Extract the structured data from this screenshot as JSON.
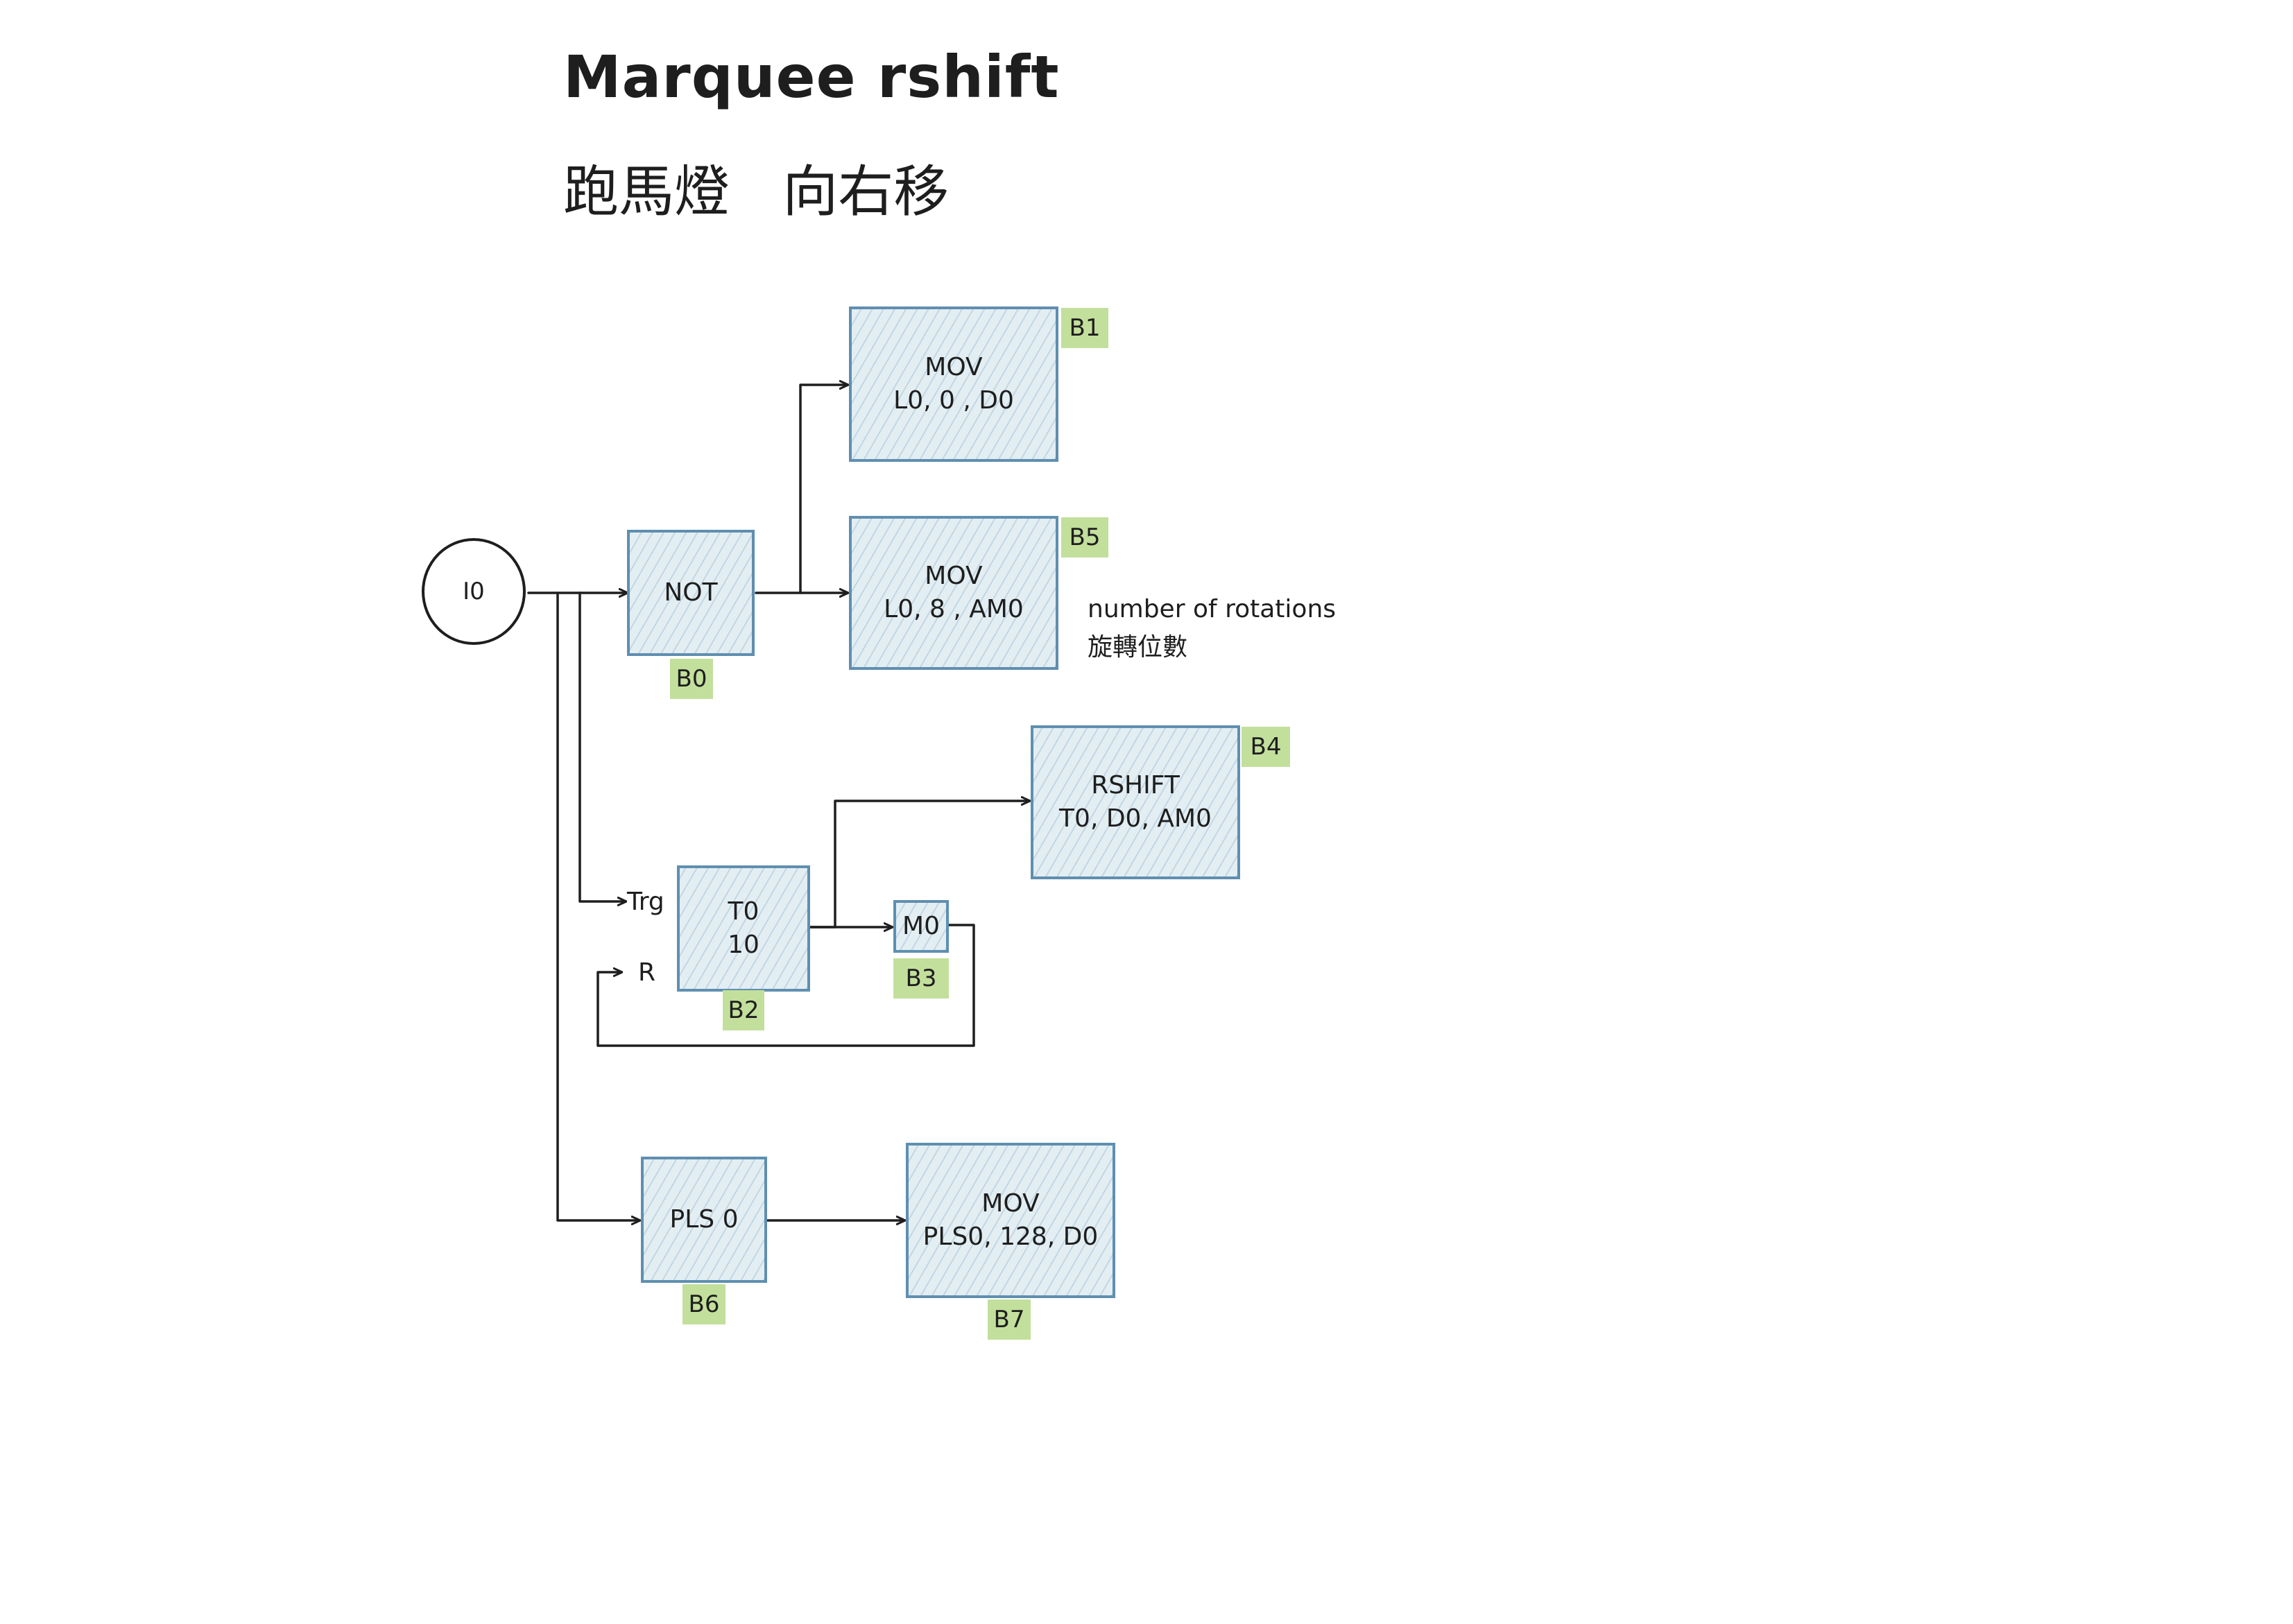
{
  "title": "Marquee rshift",
  "subtitle": "跑馬燈   向右移",
  "input": {
    "label": "I0"
  },
  "blocks": {
    "b0": {
      "line1": "NOT",
      "tag": "B0"
    },
    "b1": {
      "line1": "MOV",
      "line2": "L0, 0 , D0",
      "tag": "B1"
    },
    "b5": {
      "line1": "MOV",
      "line2": "L0, 8 , AM0",
      "tag": "B5"
    },
    "b4": {
      "line1": "RSHIFT",
      "line2": "T0, D0, AM0",
      "tag": "B4"
    },
    "b2": {
      "line1": "T0",
      "line2": "10",
      "tag": "B2"
    },
    "b3": {
      "line1": "M0",
      "tag": "B3"
    },
    "b6": {
      "line1": "PLS 0",
      "tag": "B6"
    },
    "b7": {
      "line1": "MOV",
      "line2": "PLS0, 128, D0",
      "tag": "B7"
    }
  },
  "pins": {
    "trigger": "Trg",
    "reset": "R"
  },
  "annotation": {
    "line1": "number of rotations",
    "line2": "旋轉位數"
  },
  "colors": {
    "box_border": "#5f8fb0",
    "box_fill": "#e3eef3",
    "tag_fill": "#c3df9c",
    "stroke": "#1e1e1e"
  }
}
